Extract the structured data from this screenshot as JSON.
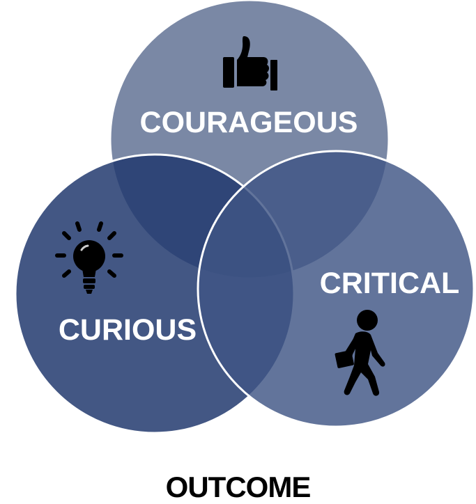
{
  "diagram": {
    "circles": [
      {
        "id": "courageous",
        "label": "COURAGEOUS",
        "icon": "thumbs-up-icon",
        "color": "#6e7e9e"
      },
      {
        "id": "curious",
        "label": "CURIOUS",
        "icon": "lightbulb-icon",
        "color": "#2e4272"
      },
      {
        "id": "critical",
        "label": "CRITICAL",
        "icon": "walking-person-icon",
        "color": "#4a5d88"
      }
    ],
    "outcome": "OUTCOME"
  }
}
